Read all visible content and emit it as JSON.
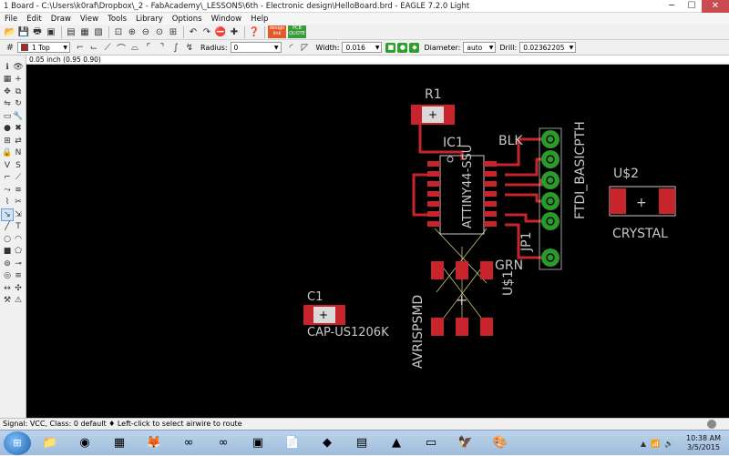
{
  "window": {
    "title": "1 Board - C:\\Users\\k0raf\\Dropbox\\_2 - FabAcademy\\_LESSONS\\6th - Electronic design\\HelloBoard.brd - EAGLE 7.2.0 Light",
    "min": "─",
    "max": "☐",
    "close": "✕"
  },
  "menu": [
    "File",
    "Edit",
    "Draw",
    "View",
    "Tools",
    "Library",
    "Options",
    "Window",
    "Help"
  ],
  "toolbar2": {
    "layer": "1 Top",
    "radius_label": "Radius:",
    "radius_value": "0",
    "width_label": "Width:",
    "width_value": "0.016",
    "diameter_label": "Diameter:",
    "diameter_value": "auto",
    "drill_label": "Drill:",
    "drill_value": "0.02362205"
  },
  "coord_readout": "0.05 inch (0.95 0.90)",
  "board": {
    "labels": {
      "r1": "R1",
      "ic1": "IC1",
      "blk": "BLK",
      "ftdi": "FTDI_BASICPTH",
      "jp1": "JP1",
      "grn": "GRN",
      "u1": "U$1",
      "attiny": "ATTINY44-SSU",
      "avrisp": "AVRISPSMD",
      "u2": "U$2",
      "crystal": "CRYSTAL",
      "c1": "C1",
      "cap": "CAP-US1206K"
    },
    "colors": {
      "copper": "#c8242c",
      "pad_green": "#2b9a2b",
      "text": "#c8c8c8",
      "background": "#000000"
    }
  },
  "status": "Signal: VCC, Class: 0 default  ♦ Left-click to select airwire to route",
  "clock": {
    "time": "10:38 AM",
    "date": "3/5/2015"
  }
}
